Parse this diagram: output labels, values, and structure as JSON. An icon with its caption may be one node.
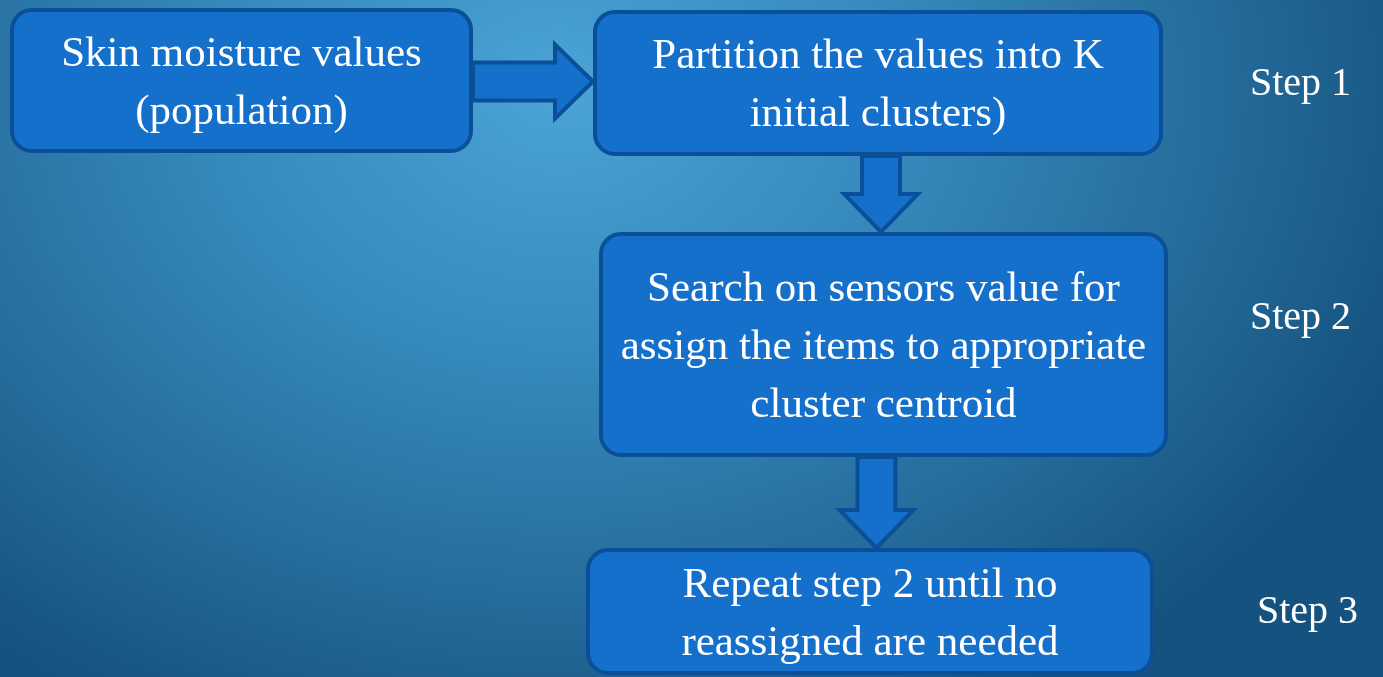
{
  "diagram": {
    "nodes": [
      {
        "text": [
          "Skin moisture values (population)"
        ]
      },
      {
        "text": [
          "Partition the values into K initial clusters)"
        ]
      },
      {
        "text": [
          "Search on sensors value for assign the items to appropriate cluster centroid"
        ]
      },
      {
        "text": [
          "Repeat step 2 until no reassigned are needed"
        ]
      }
    ],
    "edges": [
      {
        "from": 0,
        "to": 1,
        "arrow": "to"
      },
      {
        "from": 1,
        "to": 2,
        "arrow": "to"
      },
      {
        "from": 2,
        "to": 3,
        "arrow": "to"
      }
    ],
    "labels": [
      "Step 1",
      "Step 2",
      "Step 3"
    ]
  }
}
